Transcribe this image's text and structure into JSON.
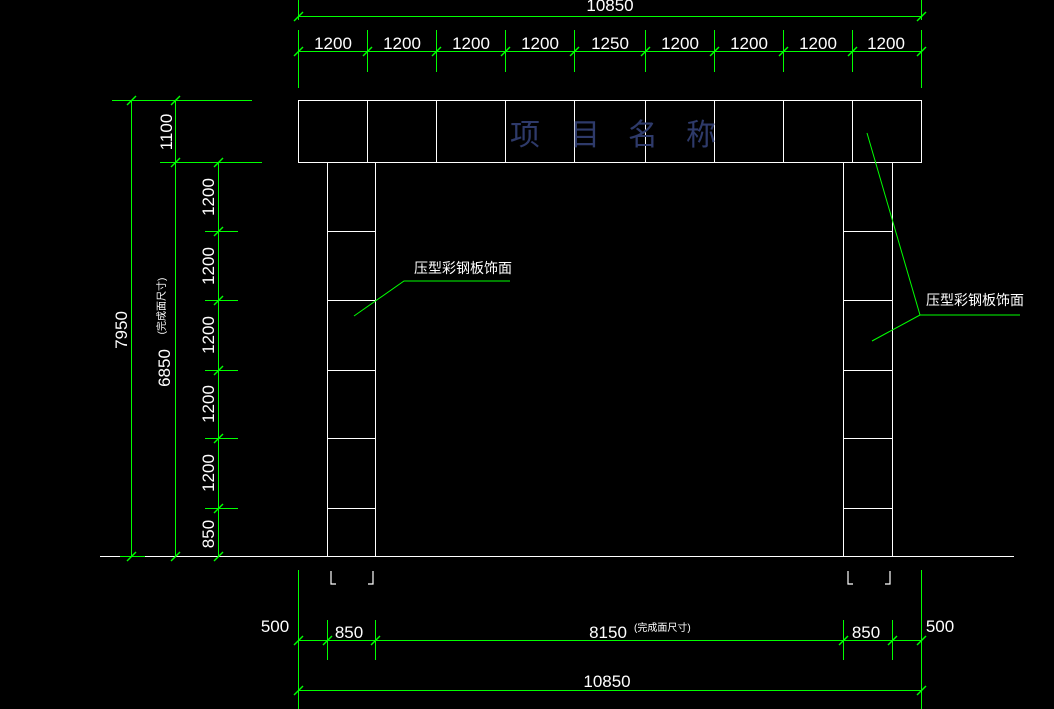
{
  "top_overall": "10850",
  "top_segments": [
    "1200",
    "1200",
    "1200",
    "1200",
    "1250",
    "1200",
    "1200",
    "1200",
    "1200"
  ],
  "sign_title_chars": [
    "项",
    "目",
    "名",
    "称"
  ],
  "left_total": "7950",
  "left_sign_height": "1100",
  "left_column_height": "6850",
  "left_column_height_note": "(完成面尺寸)",
  "left_column_segments": [
    "1200",
    "1200",
    "1200",
    "1200",
    "1200",
    "850"
  ],
  "callout_left": "压型彩钢板饰面",
  "callout_right": "压型彩钢板饰面",
  "bottom_left_offset": "500",
  "bottom_right_offset": "500",
  "bottom_left_column": "850",
  "bottom_right_column": "850",
  "bottom_middle": "8150",
  "bottom_middle_note": "(完成面尺寸)",
  "bottom_overall": "10850",
  "colors": {
    "background": "#000000",
    "dim_line": "#00ff00",
    "structure": "#ffffff",
    "title": "#2e3a6a"
  }
}
